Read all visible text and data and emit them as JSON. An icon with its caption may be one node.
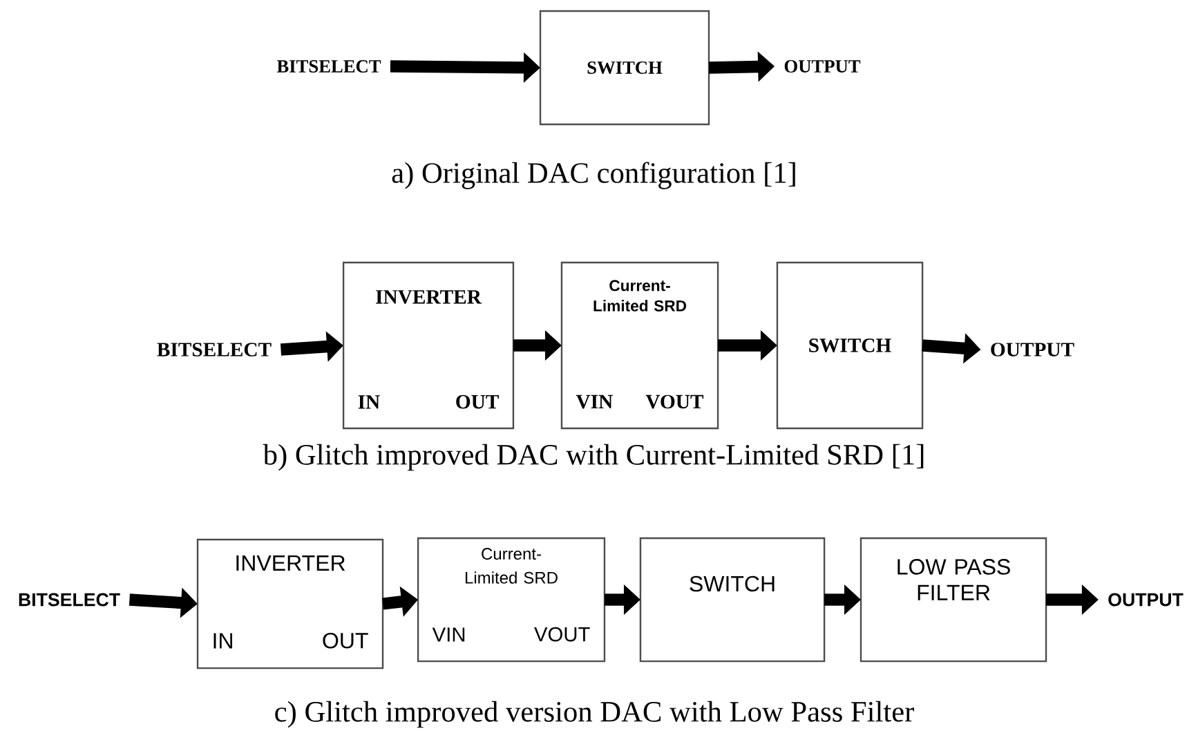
{
  "diagram": {
    "nodes": [
      {
        "text": [
          "BITSELECT"
        ]
      },
      {
        "text": [
          "SWITCH"
        ]
      },
      {
        "text": [
          "OUTPUT"
        ]
      },
      {
        "text": [
          "BITSELECT"
        ]
      },
      {
        "text": [
          "INVERTER",
          "IN",
          "OUT"
        ]
      },
      {
        "text": [
          "Current-Limited SRD",
          "VIN",
          "VOUT"
        ]
      },
      {
        "text": [
          "SWITCH"
        ]
      },
      {
        "text": [
          "OUTPUT"
        ]
      },
      {
        "text": [
          "BITSELECT"
        ]
      },
      {
        "text": [
          "INVERTER",
          "IN",
          "OUT"
        ]
      },
      {
        "text": [
          "Current-Limited SRD",
          "VIN",
          "VOUT"
        ]
      },
      {
        "text": [
          "SWITCH"
        ]
      },
      {
        "text": [
          "LOW PASS FILTER"
        ]
      },
      {
        "text": [
          "OUTPUT"
        ]
      }
    ],
    "edges": [
      {
        "from": 0,
        "to": 1,
        "arrow": "to"
      },
      {
        "from": 1,
        "to": 2,
        "arrow": "to"
      },
      {
        "from": 3,
        "to": 4,
        "arrow": "to"
      },
      {
        "from": 4,
        "to": 5,
        "arrow": "to"
      },
      {
        "from": 5,
        "to": 6,
        "arrow": "to"
      },
      {
        "from": 6,
        "to": 7,
        "arrow": "to"
      },
      {
        "from": 8,
        "to": 9,
        "arrow": "to"
      },
      {
        "from": 9,
        "to": 10,
        "arrow": "to"
      },
      {
        "from": 10,
        "to": 11,
        "arrow": "to"
      },
      {
        "from": 11,
        "to": 12,
        "arrow": "to"
      },
      {
        "from": 12,
        "to": 13,
        "arrow": "to"
      }
    ],
    "labels": [
      "a) Original DAC configuration [1]",
      "b) Glitch improved DAC with Current-Limited SRD [1]",
      "c) Glitch improved version DAC with Low Pass Filter"
    ]
  }
}
